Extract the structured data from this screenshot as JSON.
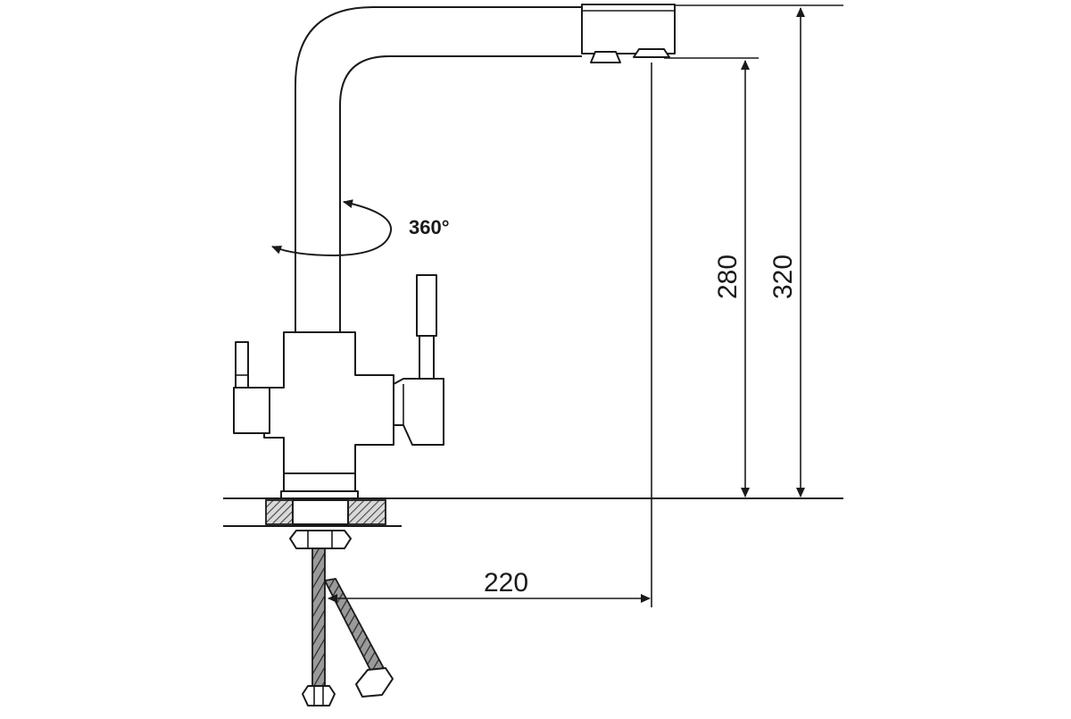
{
  "drawing": {
    "subject": "Kitchen faucet with swivel spout and two handles — dimension drawing",
    "rotation_label": "360°",
    "dimensions": {
      "spout_reach": "220",
      "spout_outlet_height": "280",
      "overall_height": "320"
    }
  },
  "colors": {
    "line": "#1a1a1a",
    "background": "#ffffff",
    "hatch": "#555555"
  }
}
